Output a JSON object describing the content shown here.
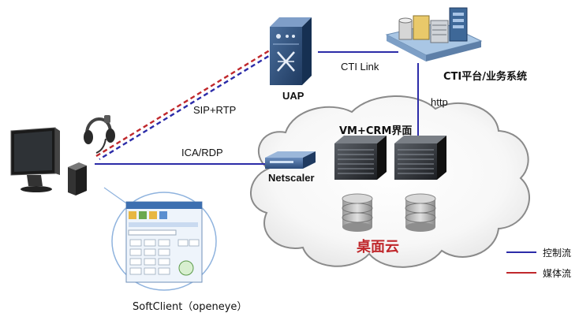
{
  "labels": {
    "uap": "UAP",
    "cti_link": "CTI Link",
    "cti_platform": "CTI平台/业务系统",
    "http": "http",
    "sip_rtp": "SIP+RTP",
    "ica_rdp": "ICA/RDP",
    "vm_crm": "VM+CRM界面",
    "netscaler": "Netscaler",
    "desktop_cloud": "桌面云",
    "softclient": "SoftClient（openeye）"
  },
  "legend": [
    {
      "label": "控制流",
      "color": "#2c2ca8"
    },
    {
      "label": "媒体流",
      "color": "#c0282c"
    }
  ],
  "colors": {
    "control": "#2c2ca8",
    "media": "#c0282c",
    "cloud_stroke": "#8a8a8a"
  }
}
